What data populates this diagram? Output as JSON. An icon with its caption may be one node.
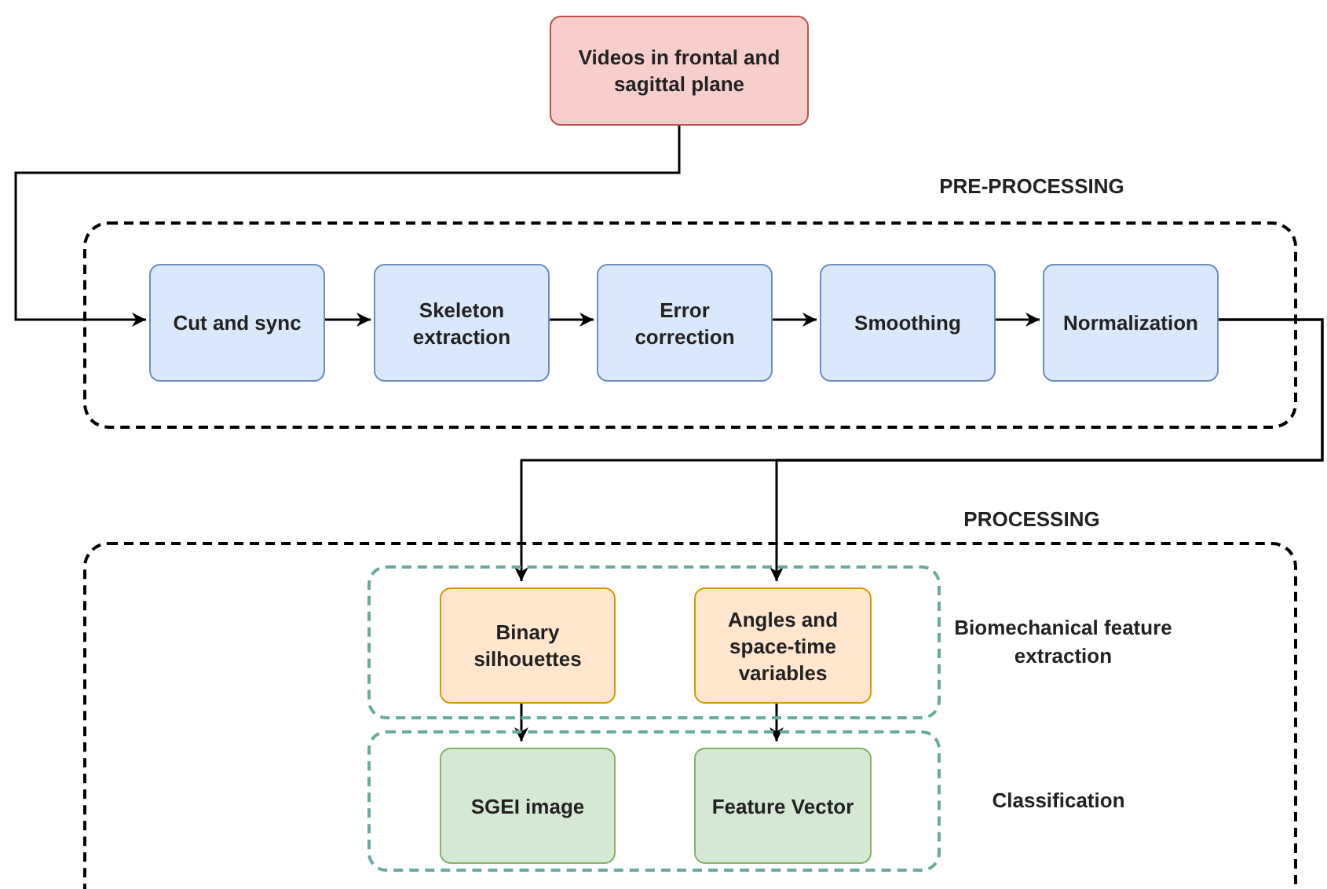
{
  "diagram": {
    "nodes": [
      {
        "text": [
          "Videos in frontal and sagittal plane"
        ]
      },
      {
        "text": [
          "PRE-PROCESSING"
        ]
      },
      {
        "text": [
          "Cut and sync"
        ],
        "in": 1
      },
      {
        "text": [
          "Skeleton extraction"
        ],
        "in": 1
      },
      {
        "text": [
          "Error correction"
        ],
        "in": 1
      },
      {
        "text": [
          "Smoothing"
        ],
        "in": 1
      },
      {
        "text": [
          "Normalization"
        ],
        "in": 1
      },
      {
        "text": [
          "PROCESSING"
        ]
      },
      {
        "text": [
          "Biomechanical feature extraction"
        ],
        "in": 7
      },
      {
        "text": [
          "Binary silhouettes"
        ],
        "in": 8
      },
      {
        "text": [
          "Angles and space-time variables"
        ],
        "in": 8
      },
      {
        "text": [
          "Classification"
        ],
        "in": 7
      },
      {
        "text": [
          "SGEI image"
        ],
        "in": 11
      },
      {
        "text": [
          "Feature Vector"
        ],
        "in": 11
      }
    ],
    "edges": [
      {
        "from": 0,
        "to": 2,
        "arrow": "to"
      },
      {
        "from": 2,
        "to": 3,
        "arrow": "to"
      },
      {
        "from": 3,
        "to": 4,
        "arrow": "to"
      },
      {
        "from": 4,
        "to": 5,
        "arrow": "to"
      },
      {
        "from": 5,
        "to": 6,
        "arrow": "to"
      },
      {
        "from": 6,
        "to": 9,
        "arrow": "to"
      },
      {
        "from": 6,
        "to": 10,
        "arrow": "to"
      },
      {
        "from": 9,
        "to": 12,
        "arrow": "to"
      },
      {
        "from": 10,
        "to": 13,
        "arrow": "to"
      }
    ]
  }
}
